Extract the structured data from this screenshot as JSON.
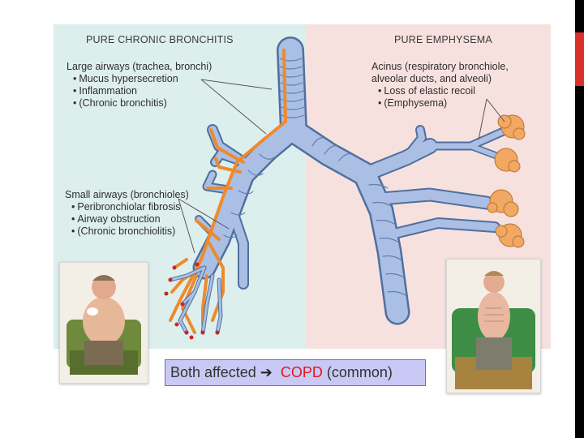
{
  "left_panel": {
    "heading": "PURE CHRONIC BRONCHITIS",
    "large_airways": {
      "title": "Large airways (trachea, bronchi)",
      "items": [
        "Mucus hypersecretion",
        "Inflammation",
        "(Chronic bronchitis)"
      ]
    },
    "small_airways": {
      "title": "Small airways (bronchioles)",
      "items": [
        "Peribronchiolar fibrosis",
        "Airway obstruction",
        "(Chronic bronchiolitis)"
      ]
    }
  },
  "right_panel": {
    "heading": "PURE EMPHYSEMA",
    "acinus": {
      "title_line1": "Acinus (respiratory bronchiole,",
      "title_line2": "alveolar ducts, and alveoli)",
      "items": [
        "Loss of elastic recoil",
        "(Emphysema)"
      ]
    }
  },
  "caption": {
    "prefix": "Both affected",
    "arrow": "➔",
    "highlight": "COPD",
    "suffix": "(common)"
  },
  "colors": {
    "left_panel_bg": "#ddefec",
    "right_panel_bg": "#f7e1df",
    "airway_fill": "#aabfe3",
    "airway_outline": "#4f6fa0",
    "inflammation": "#ee8a2e",
    "alveoli": "#f1a862",
    "mucus_dots": "#c8262b",
    "caption_bg": "#c9c9f5",
    "caption_highlight": "#e0181b",
    "accent_bar": "#d9302a"
  }
}
